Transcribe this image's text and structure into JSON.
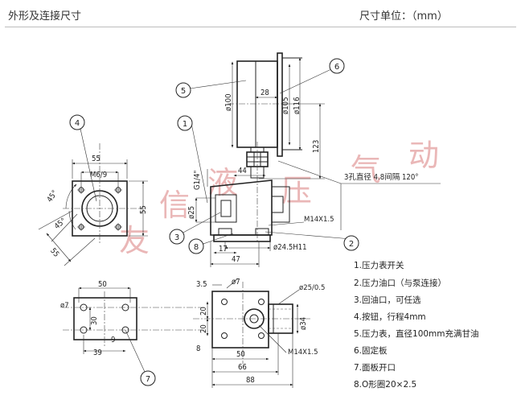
{
  "header": {
    "title": "外形及连接尺寸",
    "unit": "尺寸单位：（mm）"
  },
  "watermark": [
    "友",
    "信",
    "液",
    "压",
    "气",
    "动"
  ],
  "balloons": [
    "1",
    "2",
    "3",
    "4",
    "5",
    "6",
    "7",
    "8"
  ],
  "dims": {
    "d55w": "55",
    "m69": "M6/9",
    "d55h": "55",
    "ang1": "45°",
    "ang2": "45°",
    "d55d": "55",
    "d100": "ø100",
    "d28": "28",
    "d105": "ø105",
    "d116": "ø116",
    "d123": "123",
    "d44": "44",
    "g14": "G1/4\"",
    "d25a": "ø25",
    "m14a": "M14X1.5",
    "d245": "ø24.5H11",
    "d17": "17",
    "d47": "47",
    "holes": "3孔直径 4.8间隔 120°",
    "b50": "50",
    "b7": "ø7",
    "b30": "30",
    "b9": "9",
    "b39": "39",
    "p35": "3.5",
    "p7": "ø7",
    "p20a": "20",
    "p20b": "20",
    "p8": "8",
    "p50": "50",
    "p66": "66",
    "p88": "88",
    "p2505": "ø25/0.5",
    "p34": "ø34",
    "m14b": "M14X1.5"
  },
  "legend": [
    "1.压力表开关",
    "2.压力油口（与泵连接）",
    "3.回油口，可任选",
    "4.按钮，行程4mm",
    "5.压力表，直径100mm充满甘油",
    "6.固定板",
    "7.面板开口",
    "8.O形圈20×2.5"
  ]
}
